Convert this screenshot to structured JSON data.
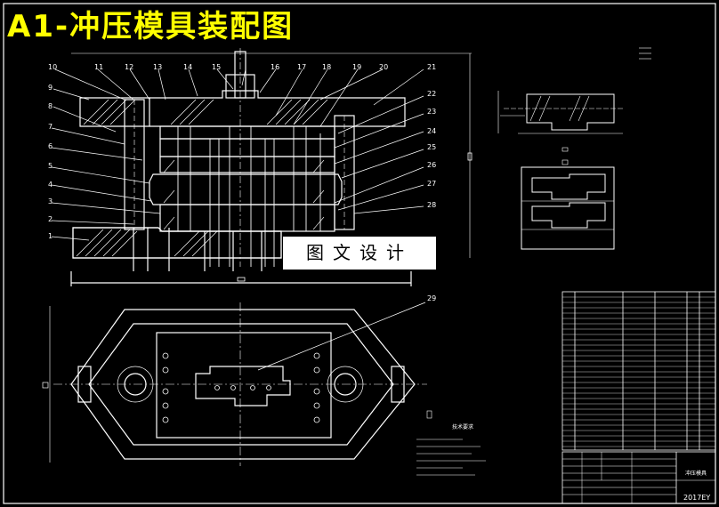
{
  "title": "A1-冲压模具装配图",
  "watermark": "图文设计",
  "part_numbers": [
    "1",
    "2",
    "3",
    "4",
    "5",
    "6",
    "7",
    "8",
    "9",
    "10",
    "11",
    "12",
    "13",
    "14",
    "15",
    "16",
    "17",
    "18",
    "19",
    "20",
    "21",
    "22",
    "23",
    "24",
    "25",
    "26",
    "27",
    "28",
    "29"
  ],
  "title_block": {
    "drawing_name": "冲压模具",
    "code": "2017EY"
  },
  "tech_requirements_heading": "技术要求",
  "colors": {
    "background": "#000000",
    "lines": "#ffffff",
    "title": "#ffff00"
  }
}
